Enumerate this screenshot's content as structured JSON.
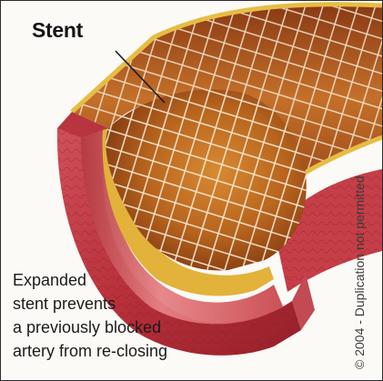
{
  "label": "Stent",
  "caption": {
    "lines": [
      "Expanded",
      "stent prevents",
      "a previously blocked",
      "artery from re-closing"
    ]
  },
  "copyright": "© 2004 - Duplication not permitted",
  "colors": {
    "artery_outer": "#c8404a",
    "artery_wall": "#e6787a",
    "fat_layer": "#e0b43c",
    "lumen_dark": "#7a3210",
    "lumen_mid": "#b8641e",
    "stent_mesh": "#f2ead4"
  }
}
